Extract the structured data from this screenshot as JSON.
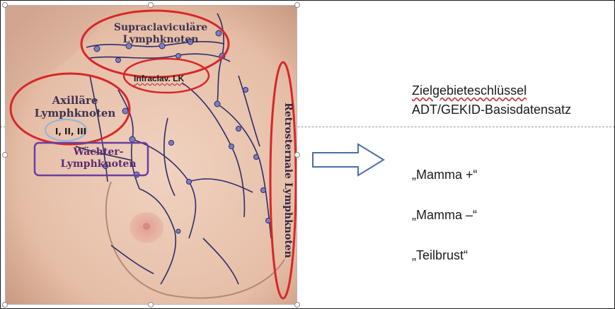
{
  "figure": {
    "labels": {
      "supraclavicular": [
        "Supraclaviculäre",
        "Lymphknoten"
      ],
      "infraclavicular": "Infraclav. LK",
      "axillary": [
        "Axilläre",
        "Lymphknoten"
      ],
      "axillary_levels": "I, II, III",
      "sentinel": [
        "Wächter-",
        "Lymphknoten"
      ],
      "retrosternal": "Retrosternale Lymphknoten"
    },
    "colors": {
      "highlight_red": "#d8262a",
      "sentinel_purple": "#6a3fa0",
      "levels_blue": "#8db4e2",
      "vessel": "#2b2d6a",
      "node": "#7e7fbf",
      "skin": "#eac7b3"
    }
  },
  "arrow": {
    "icon": "right-arrow-icon",
    "color": "#4a6fa8"
  },
  "target_key": {
    "title": "Zielgebieteschlüssel",
    "subtitle": "ADT/GEKID-Basisdatensatz",
    "items": [
      "„Mamma +“",
      "„Mamma –“",
      "„Teilbrust“"
    ]
  }
}
